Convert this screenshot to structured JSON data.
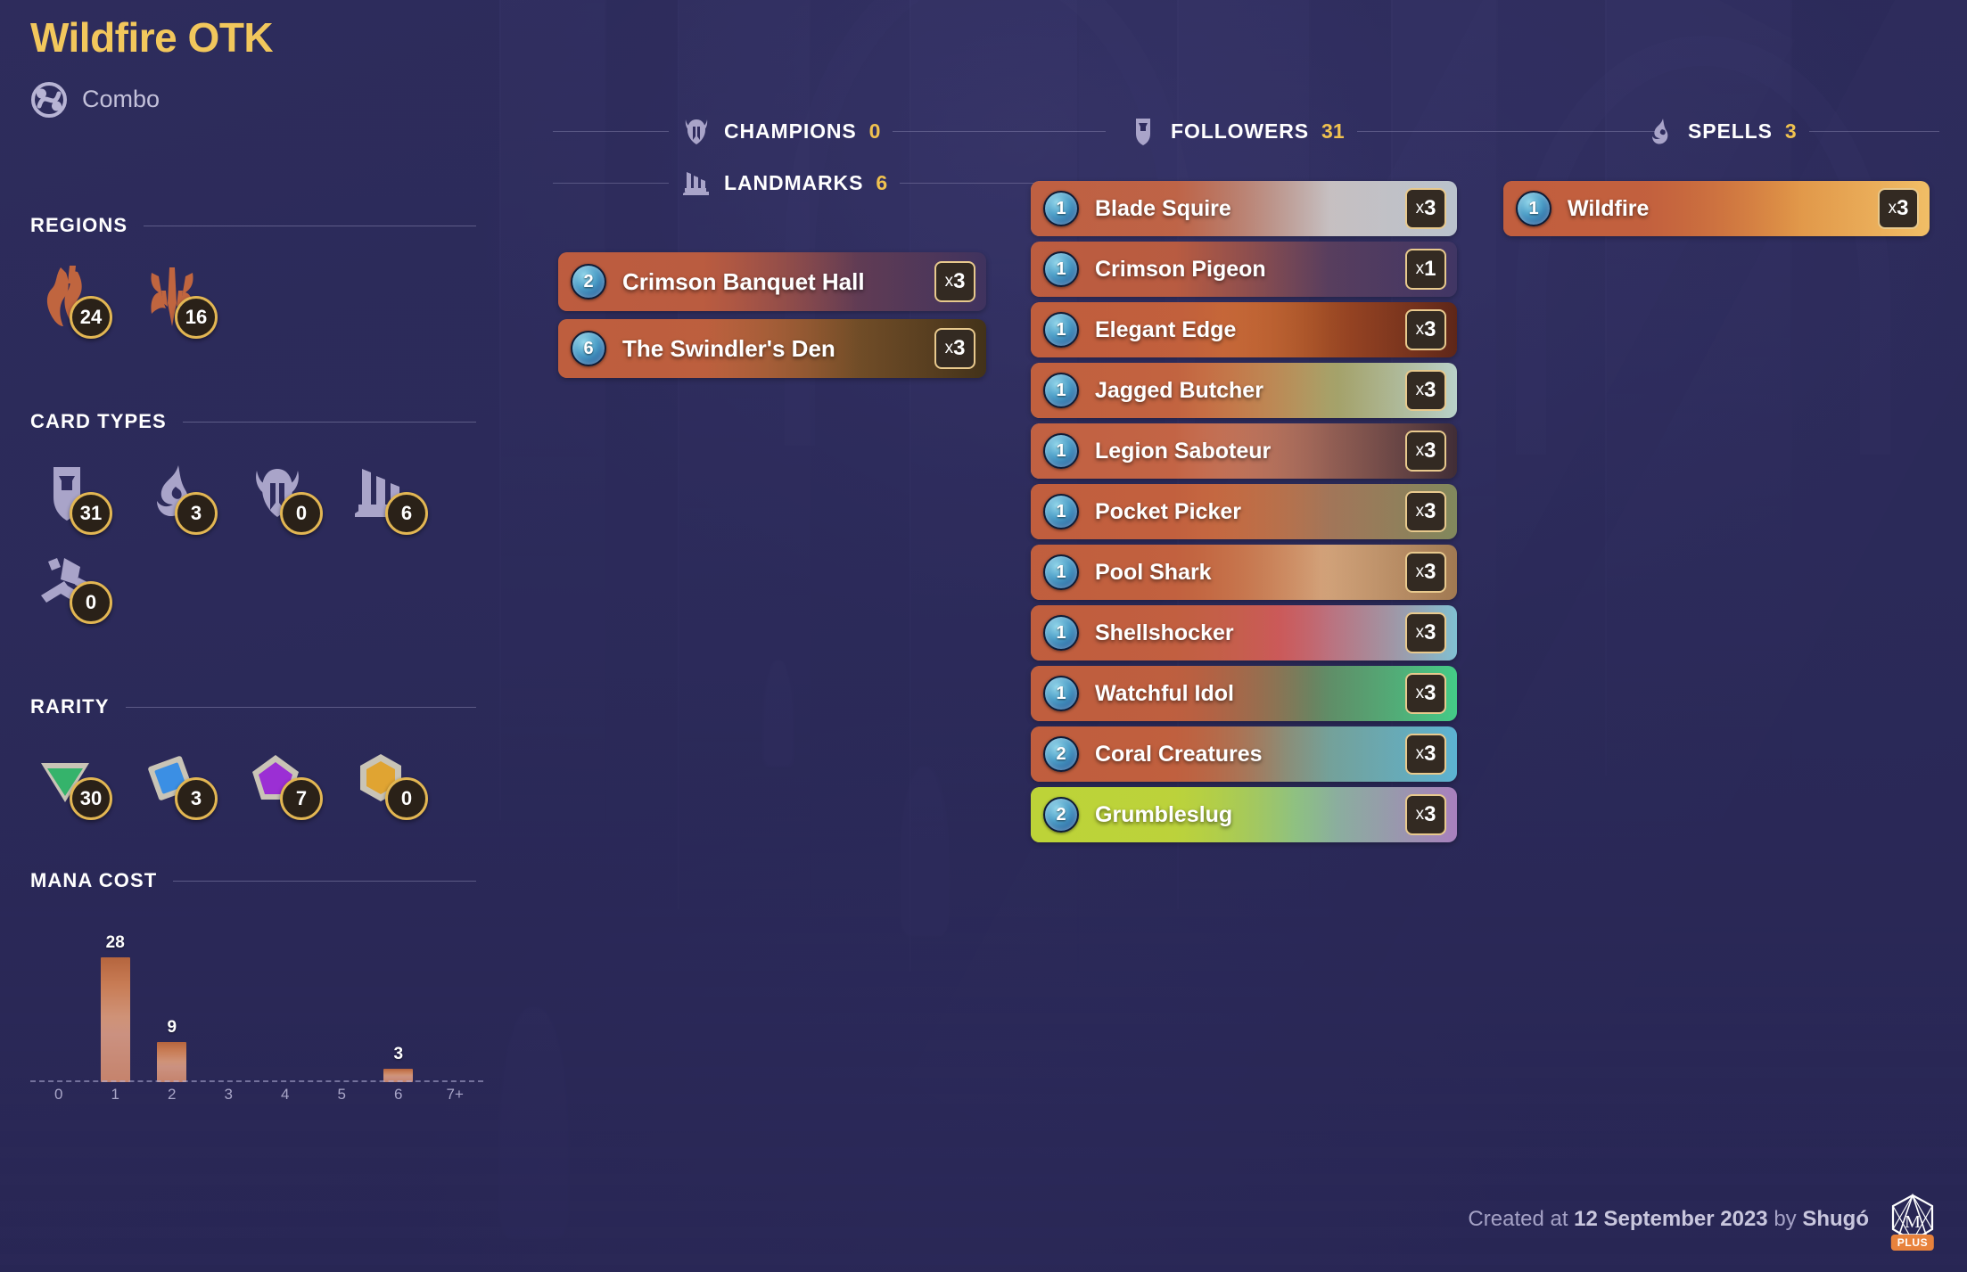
{
  "deck": {
    "title": "Wildfire OTK",
    "archetype": "Combo",
    "archetype_icon": "combo-swirl-icon"
  },
  "sidebar": {
    "regions": {
      "heading": "REGIONS",
      "items": [
        {
          "name": "bilgewater-region-icon",
          "count": "24"
        },
        {
          "name": "noxus-region-icon",
          "count": "16"
        }
      ]
    },
    "card_types": {
      "heading": "CARD TYPES",
      "items": [
        {
          "name": "follower-type-icon",
          "count": "31"
        },
        {
          "name": "spell-type-icon",
          "count": "3"
        },
        {
          "name": "champion-type-icon",
          "count": "0"
        },
        {
          "name": "landmark-type-icon",
          "count": "6"
        },
        {
          "name": "equipment-type-icon",
          "count": "0"
        }
      ]
    },
    "rarity": {
      "heading": "RARITY",
      "items": [
        {
          "name": "common-rarity-icon",
          "count": "30",
          "color": "#35b36b"
        },
        {
          "name": "rare-rarity-icon",
          "count": "3",
          "color": "#3b8fe4"
        },
        {
          "name": "epic-rarity-icon",
          "count": "7",
          "color": "#9b2fd4"
        },
        {
          "name": "champion-rarity-icon",
          "count": "0",
          "color": "#e0a432"
        }
      ]
    },
    "mana_cost": {
      "heading": "MANA COST"
    }
  },
  "chart_data": {
    "type": "bar",
    "title": "MANA COST",
    "categories": [
      "0",
      "1",
      "2",
      "3",
      "4",
      "5",
      "6",
      "7+"
    ],
    "values": [
      0,
      28,
      9,
      0,
      0,
      0,
      3,
      0
    ],
    "xlabel": "",
    "ylabel": "",
    "ylim": [
      0,
      28
    ],
    "grid": false,
    "legend": "none",
    "bar_color": "#c5805f"
  },
  "columns": {
    "champions": {
      "icon": "champion-icon",
      "label": "CHAMPIONS",
      "count": "0",
      "cards": []
    },
    "landmarks": {
      "icon": "landmark-icon",
      "label": "LANDMARKS",
      "count": "6",
      "cards": [
        {
          "cost": "2",
          "name": "Crimson Banquet Hall",
          "copies": "x3",
          "art": "banquet"
        },
        {
          "cost": "6",
          "name": "The Swindler's Den",
          "copies": "x3",
          "art": "den"
        }
      ]
    },
    "followers": {
      "icon": "follower-icon",
      "label": "FOLLOWERS",
      "count": "31",
      "cards": [
        {
          "cost": "1",
          "name": "Blade Squire",
          "copies": "x3",
          "art": "squire"
        },
        {
          "cost": "1",
          "name": "Crimson Pigeon",
          "copies": "x1",
          "art": "pigeon"
        },
        {
          "cost": "1",
          "name": "Elegant Edge",
          "copies": "x3",
          "art": "edge"
        },
        {
          "cost": "1",
          "name": "Jagged Butcher",
          "copies": "x3",
          "art": "butcher"
        },
        {
          "cost": "1",
          "name": "Legion Saboteur",
          "copies": "x3",
          "art": "saboteur"
        },
        {
          "cost": "1",
          "name": "Pocket Picker",
          "copies": "x3",
          "art": "picker"
        },
        {
          "cost": "1",
          "name": "Pool Shark",
          "copies": "x3",
          "art": "shark"
        },
        {
          "cost": "1",
          "name": "Shellshocker",
          "copies": "x3",
          "art": "shell"
        },
        {
          "cost": "1",
          "name": "Watchful Idol",
          "copies": "x3",
          "art": "idol"
        },
        {
          "cost": "2",
          "name": "Coral Creatures",
          "copies": "x3",
          "art": "coral"
        },
        {
          "cost": "2",
          "name": "Grumbleslug",
          "copies": "x3",
          "art": "slug",
          "tint": "green"
        }
      ]
    },
    "spells": {
      "icon": "spell-icon",
      "label": "SPELLS",
      "count": "3",
      "cards": [
        {
          "cost": "1",
          "name": "Wildfire",
          "copies": "x3",
          "art": "wildfire"
        }
      ]
    }
  },
  "footer": {
    "prefix": "Created at",
    "date": "12 September 2023",
    "by": "by",
    "author": "Shugó",
    "brand": "PLUS"
  }
}
